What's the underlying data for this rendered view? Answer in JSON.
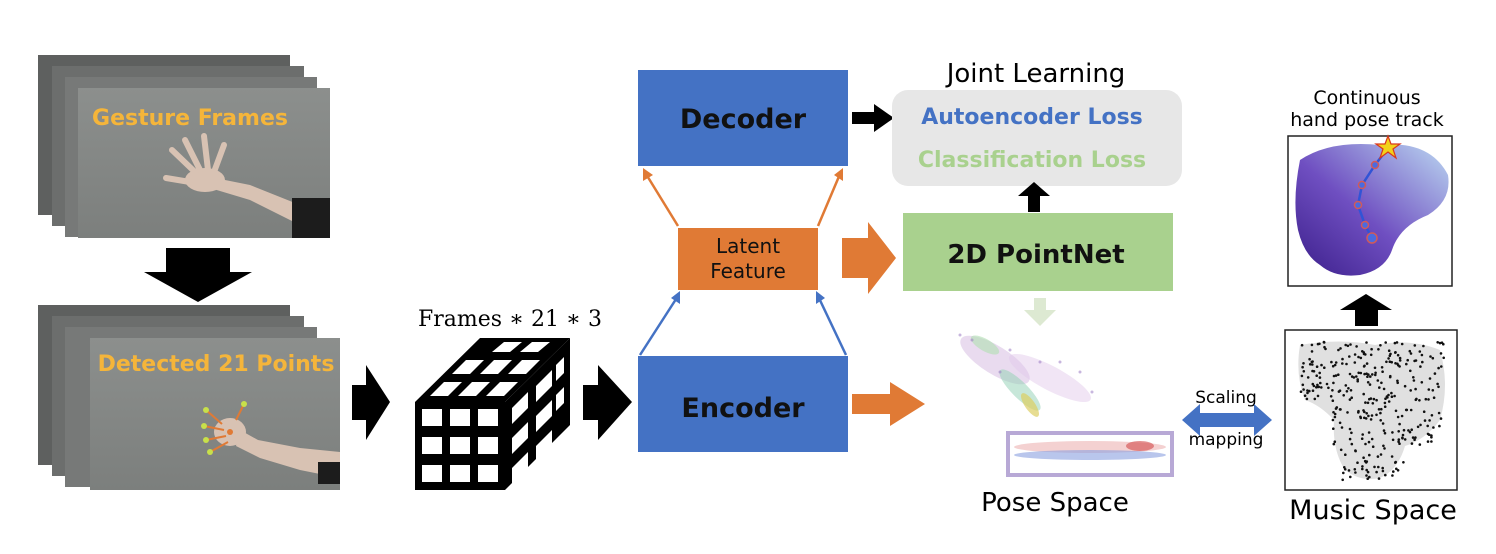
{
  "labels": {
    "gesture_frames": "Gesture Frames",
    "detected_points": "Detected 21 Points",
    "frames_dims": "Frames ∗ 21 ∗ 3",
    "decoder": "Decoder",
    "encoder": "Encoder",
    "latent_line1": "Latent",
    "latent_line2": "Feature",
    "joint_learning": "Joint Learning",
    "autoencoder_loss": "Autoencoder Loss",
    "classification_loss": "Classification Loss",
    "pointnet": "2D PointNet",
    "continuous_line1": "Continuous",
    "continuous_line2": "hand pose track",
    "pose_space": "Pose Space",
    "scaling_line1": "Scaling",
    "scaling_line2": "mapping",
    "music_space": "Music Space"
  },
  "colors": {
    "block_blue": "#4472c4",
    "latent_orange": "#e07a35",
    "pointnet_green": "#a9d18e",
    "loss_box_grey": "#e7e7e7",
    "autoencoder_text": "#4472c4",
    "classification_text": "#a9d18e",
    "frame_title_yellow": "#f5b53a",
    "photo_grey": "#8a8d8b"
  },
  "icons": {
    "frame_photos": "hand-photo-stack",
    "tensor_cube": "grid-cube-icon",
    "pose_scatter": "scatter-plot-icon",
    "track_map": "heatmap-track-icon",
    "star": "star-icon"
  }
}
